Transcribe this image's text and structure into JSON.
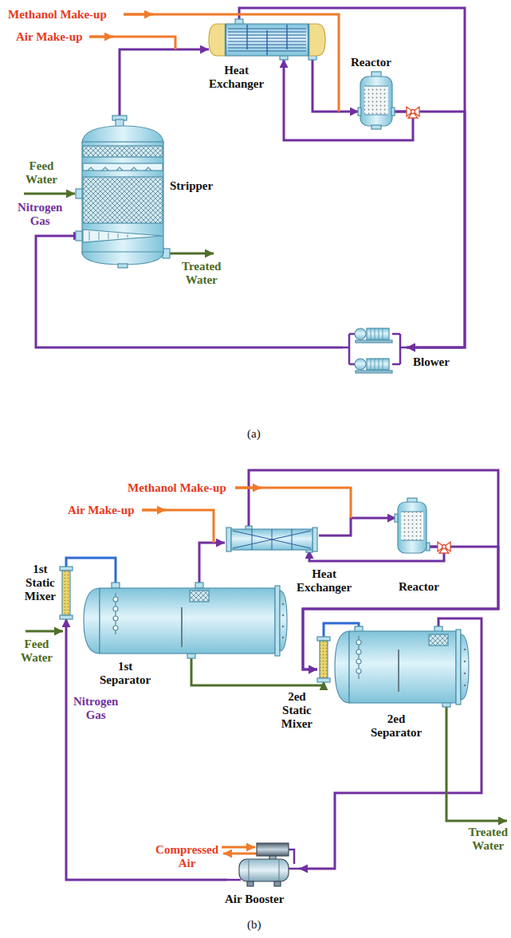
{
  "diagram": {
    "nodes": [
      {
        "text": [
          "Heat Exchanger"
        ]
      },
      {
        "text": [
          "Reactor"
        ]
      },
      {
        "text": [
          "Stripper"
        ]
      },
      {
        "text": [
          "Blower"
        ]
      },
      {
        "text": [
          "Heat Exchanger"
        ]
      },
      {
        "text": [
          "Reactor"
        ]
      },
      {
        "text": [
          "1st Static Mixer"
        ]
      },
      {
        "text": [
          "1st Separator"
        ]
      },
      {
        "text": [
          "2ed Static Mixer"
        ]
      },
      {
        "text": [
          "2ed Separator"
        ]
      },
      {
        "text": [
          "Air Booster"
        ]
      }
    ],
    "edges": [
      {
        "from": 2,
        "to": 0,
        "arrow": "to"
      },
      {
        "from": 0,
        "to": 1,
        "arrow": "to"
      },
      {
        "from": 1,
        "to": 0,
        "arrow": "to"
      },
      {
        "from": 1,
        "to": 3,
        "arrow": "to"
      },
      {
        "from": 0,
        "to": 3,
        "arrow": "to"
      },
      {
        "from": 3,
        "to": 2,
        "arrow": "to"
      },
      {
        "from": 7,
        "to": 4,
        "arrow": "to"
      },
      {
        "from": 4,
        "to": 5,
        "arrow": "to"
      },
      {
        "from": 5,
        "to": 4,
        "arrow": "to"
      },
      {
        "from": 5,
        "to": 8,
        "arrow": "to"
      },
      {
        "from": 4,
        "to": 8,
        "arrow": "to"
      },
      {
        "from": 6,
        "to": 7,
        "arrow": "none"
      },
      {
        "from": 7,
        "to": 8,
        "arrow": "to"
      },
      {
        "from": 8,
        "to": 9,
        "arrow": "none"
      },
      {
        "from": 9,
        "to": 10,
        "arrow": "to"
      },
      {
        "from": 10,
        "to": 6,
        "arrow": "to"
      }
    ],
    "labels": [
      "Methanol Make-up",
      "Air Make-up",
      "Feed Water",
      "Nitrogen Gas",
      "Treated Water",
      "(a)",
      "Methanol Make-up",
      "Air Make-up",
      "Feed Water",
      "Nitrogen Gas",
      "Treated Water",
      "Compressed Air",
      "(b)"
    ]
  }
}
